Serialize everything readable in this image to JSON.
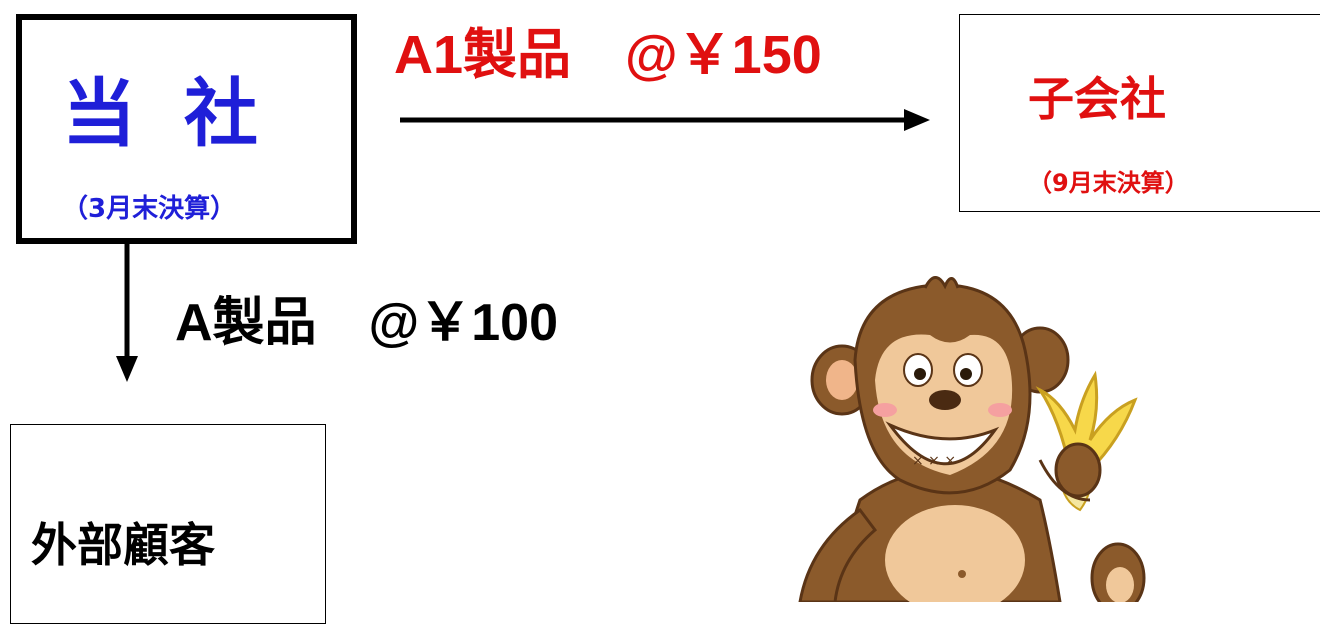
{
  "parent": {
    "name": "当社",
    "fiscal": "（3月末決算）",
    "color": "#1f1fd8"
  },
  "subsidiary": {
    "name": "子会社",
    "fiscal": "（9月末決算）",
    "color": "#e01010"
  },
  "customer": {
    "name": "外部顧客"
  },
  "flows": {
    "to_subsidiary": "A1製品　@￥150",
    "to_customer": "A製品　@￥100"
  },
  "illustration": {
    "subject": "monkey-holding-banana"
  }
}
